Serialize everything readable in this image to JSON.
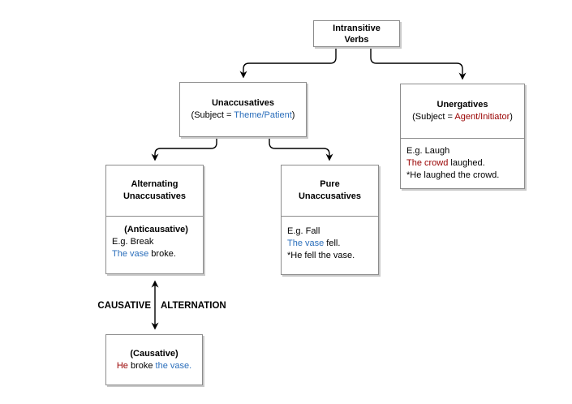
{
  "colors": {
    "accent_blue": "#2a6ebb",
    "accent_dark_red": "#990000",
    "box_border": "#8c8c8c",
    "arrow_black": "#000000",
    "shadow_gray": "#c9c9c9"
  },
  "boxes": {
    "intransitive": {
      "title": "Intransitive\nVerbs"
    },
    "unaccusatives": {
      "title": "Unaccusatives",
      "subtitle_pre": "(Subject = ",
      "subtitle_colored": "Theme/Patient",
      "subtitle_post": ")"
    },
    "unergatives": {
      "title": "Unergatives",
      "subtitle_pre": "(Subject = ",
      "subtitle_colored": "Agent/Initiator",
      "subtitle_post": ")",
      "example_line1": "E.g. Laugh",
      "example_line2_colored": "The crowd",
      "example_line2_rest": " laughed.",
      "example_line3": "*He laughed the crowd."
    },
    "alternating": {
      "title": "Alternating\nUnaccusatives",
      "subheading": "(Anticausative)",
      "example_line1": "E.g. Break",
      "example_line2_colored": "The vase",
      "example_line2_rest": " broke."
    },
    "pure": {
      "title": "Pure\nUnaccusatives",
      "example_line1": "E.g. Fall",
      "example_line2_colored": "The vase",
      "example_line2_rest": " fell.",
      "example_line3": "*He fell the vase."
    },
    "causative": {
      "heading": "(Causative)",
      "line_colored1": "He",
      "line_middle": " broke ",
      "line_colored2": "the vase."
    }
  },
  "labels": {
    "causative": "CAUSATIVE",
    "alternation": "ALTERNATION"
  }
}
